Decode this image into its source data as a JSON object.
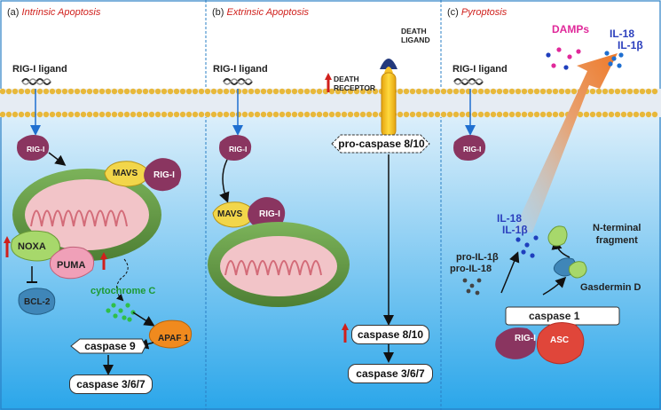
{
  "panels": {
    "a": {
      "letter": "(a)",
      "title": "Intrinsic Apoptosis"
    },
    "b": {
      "letter": "(b)",
      "title": "Extrinsic Apoptosis"
    },
    "c": {
      "letter": "(c)",
      "title": "Pyroptosis"
    }
  },
  "labels": {
    "rig_ligand": "RIG-I ligand",
    "rig": "RIG-I",
    "mavs": "MAVS",
    "noxa": "NOXA",
    "puma": "PUMA",
    "bcl2": "BCL-2",
    "cytochrome": "cytochrome C",
    "apaf": "APAF 1",
    "caspase9": "caspase 9",
    "caspase367": "caspase 3/6/7",
    "death_receptor": "DEATH\nRECEPTOR",
    "death_ligand": "DEATH\nLIGAND",
    "pro_caspase810": "pro-caspase 8/10",
    "caspase810": "caspase 8/10",
    "damps": "DAMPs",
    "il18": "IL-18",
    "il1b": "IL-1β",
    "pro_il1b": "pro-IL-1β",
    "pro_il18": "pro-IL-18",
    "n_terminal": "N-terminal\nfragment",
    "gasdermin": "Gasdermin D",
    "caspase1": "caspase 1",
    "asc": "ASC"
  },
  "colors": {
    "title_red": "#d0201c",
    "cytochrome_green": "#1d9a33",
    "il_blue": "#2b3fbd",
    "damps_pink": "#e0299a",
    "rig_purple": "#8a3560",
    "mavs_yellow": "#f2d64a",
    "mito_green": "#5a8f3c",
    "asc_red": "#e0463a",
    "apaf_orange": "#f08a1e"
  }
}
